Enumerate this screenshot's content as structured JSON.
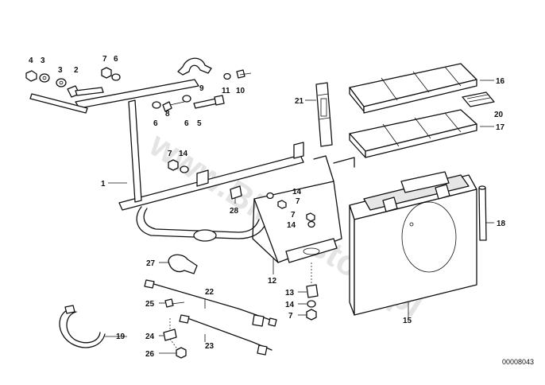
{
  "watermark": "www.BMW-store.pl",
  "document_number": "00008043",
  "labels": [
    {
      "id": "l4",
      "text": "4"
    },
    {
      "id": "l3a",
      "text": "3"
    },
    {
      "id": "l3b",
      "text": "3"
    },
    {
      "id": "l2",
      "text": "2"
    },
    {
      "id": "l7a",
      "text": "7"
    },
    {
      "id": "l6a",
      "text": "6"
    },
    {
      "id": "l9",
      "text": "9"
    },
    {
      "id": "l11",
      "text": "11"
    },
    {
      "id": "l10",
      "text": "10"
    },
    {
      "id": "l6b",
      "text": "6"
    },
    {
      "id": "l8",
      "text": "8"
    },
    {
      "id": "l6c",
      "text": "6"
    },
    {
      "id": "l5",
      "text": "5"
    },
    {
      "id": "l21",
      "text": "21"
    },
    {
      "id": "l16",
      "text": "16"
    },
    {
      "id": "l20",
      "text": "20"
    },
    {
      "id": "l17",
      "text": "17"
    },
    {
      "id": "l7b",
      "text": "7"
    },
    {
      "id": "l14a",
      "text": "14"
    },
    {
      "id": "l1",
      "text": "1"
    },
    {
      "id": "l28",
      "text": "28"
    },
    {
      "id": "l14b",
      "text": "14"
    },
    {
      "id": "l7c",
      "text": "7"
    },
    {
      "id": "l7d",
      "text": "7"
    },
    {
      "id": "l14c",
      "text": "14"
    },
    {
      "id": "l18",
      "text": "18"
    },
    {
      "id": "l27",
      "text": "27"
    },
    {
      "id": "l12",
      "text": "12"
    },
    {
      "id": "l22",
      "text": "22"
    },
    {
      "id": "l13",
      "text": "13"
    },
    {
      "id": "l25",
      "text": "25"
    },
    {
      "id": "l14d",
      "text": "14"
    },
    {
      "id": "l7e",
      "text": "7"
    },
    {
      "id": "l15",
      "text": "15"
    },
    {
      "id": "l19",
      "text": "19"
    },
    {
      "id": "l24",
      "text": "24"
    },
    {
      "id": "l23",
      "text": "23"
    },
    {
      "id": "l26",
      "text": "26"
    }
  ]
}
